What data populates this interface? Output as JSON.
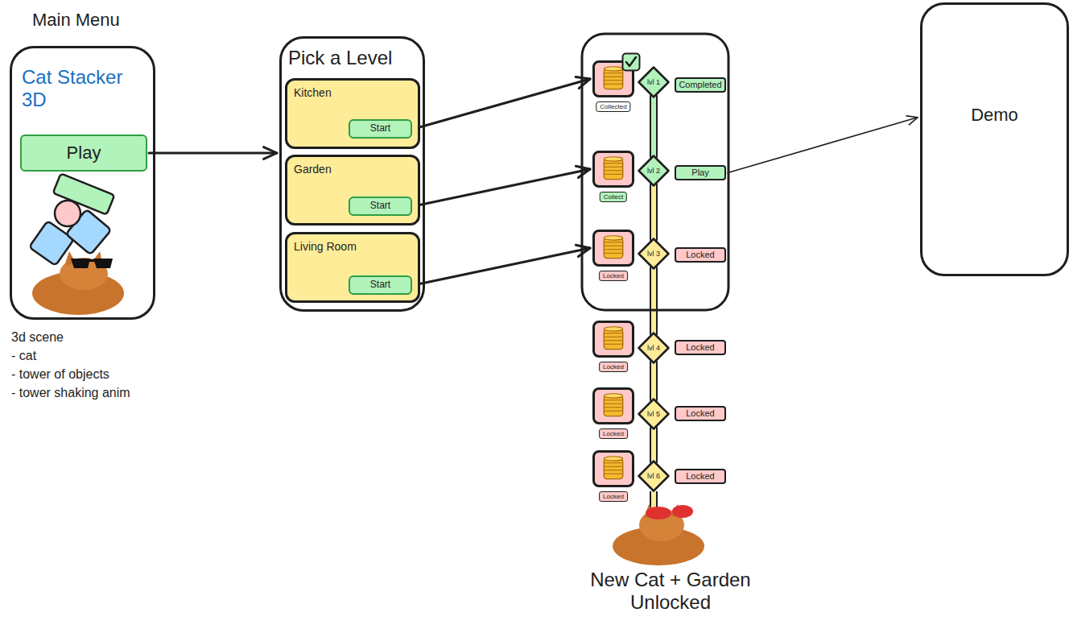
{
  "diagram": {
    "nodes": [
      {
        "text": [
          "Main Menu",
          "Cat Stacker 3D"
        ]
      },
      {
        "text": [
          "Play"
        ],
        "in": 0
      },
      {
        "text": [
          "Pick a Level"
        ]
      },
      {
        "text": [
          "Kitchen"
        ],
        "in": 2
      },
      {
        "text": [
          "Start"
        ],
        "in": 3
      },
      {
        "text": [
          "Garden"
        ],
        "in": 2
      },
      {
        "text": [
          "Start"
        ],
        "in": 5
      },
      {
        "text": [
          "Living Room"
        ],
        "in": 2
      },
      {
        "text": [
          "Start"
        ],
        "in": 7
      },
      {
        "text": [
          "Collected"
        ]
      },
      {
        "text": [
          "lvl 1"
        ]
      },
      {
        "text": [
          "Completed"
        ]
      },
      {
        "text": [
          "Collect"
        ]
      },
      {
        "text": [
          "lvl 2"
        ]
      },
      {
        "text": [
          "Play"
        ]
      },
      {
        "text": [
          "Locked"
        ]
      },
      {
        "text": [
          "lvl 3"
        ]
      },
      {
        "text": [
          "Locked"
        ]
      },
      {
        "text": [
          "Locked"
        ]
      },
      {
        "text": [
          "lvl 4"
        ]
      },
      {
        "text": [
          "Locked"
        ]
      },
      {
        "text": [
          "Locked"
        ]
      },
      {
        "text": [
          "lvl 5"
        ]
      },
      {
        "text": [
          "Locked"
        ]
      },
      {
        "text": [
          "Locked"
        ]
      },
      {
        "text": [
          "lvl 6"
        ]
      },
      {
        "text": [
          "Locked"
        ]
      },
      {
        "text": [
          "Demo"
        ]
      }
    ],
    "edges": [
      {
        "from": 1,
        "to": 2,
        "arrow": "to"
      },
      {
        "from": 4,
        "to": 9,
        "arrow": "to"
      },
      {
        "from": 6,
        "to": 12,
        "arrow": "to"
      },
      {
        "from": 8,
        "to": 15,
        "arrow": "to"
      },
      {
        "from": 14,
        "to": 27,
        "arrow": "to"
      },
      {
        "from": 10,
        "to": 13,
        "arrow": "none"
      },
      {
        "from": 13,
        "to": 16,
        "arrow": "none"
      },
      {
        "from": 16,
        "to": 19,
        "arrow": "none"
      },
      {
        "from": 19,
        "to": 22,
        "arrow": "none"
      },
      {
        "from": 22,
        "to": 25,
        "arrow": "none"
      }
    ],
    "labels": [
      "3d scene",
      "- cat",
      "- tower of objects",
      "- tower shaking anim",
      "New Cat + Garden Unlocked"
    ]
  }
}
